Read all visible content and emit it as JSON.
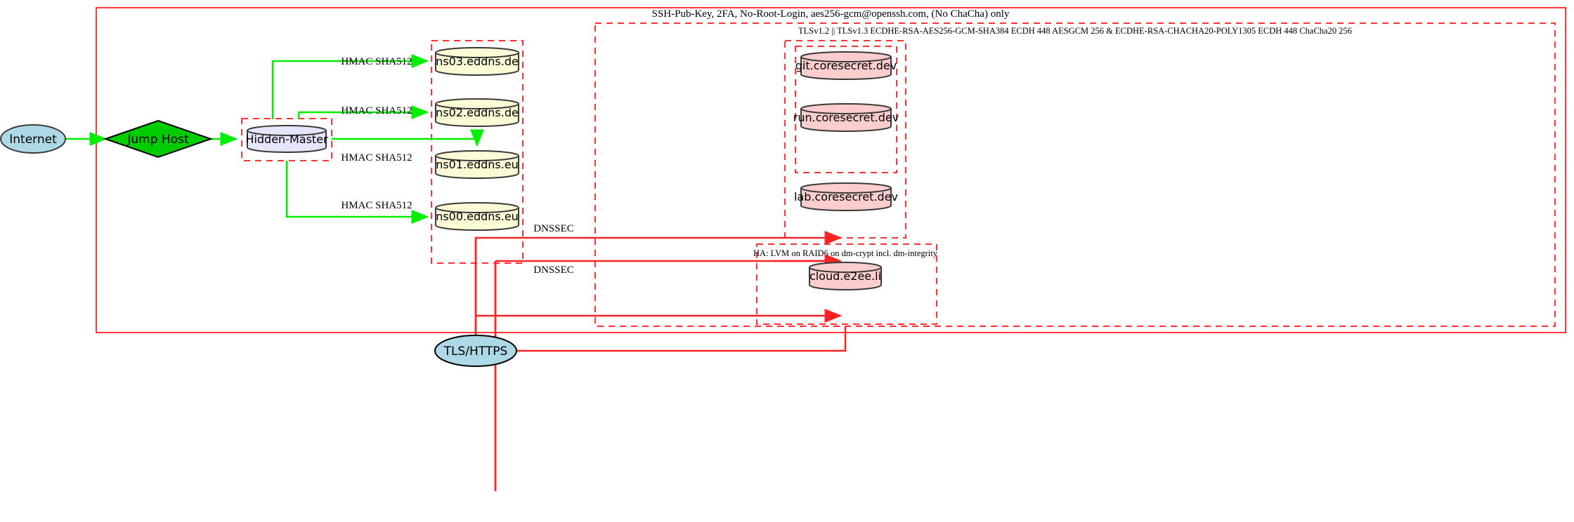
{
  "diagram": {
    "title_note": "SSH-Pub-Key, 2FA, No-Root-Login, aes256-gcm@openssh.com, (No ChaCha) only",
    "tls_note": "TLSv1.2 || TLSv1.3 ECDHE-RSA-AES256-GCM-SHA384 ECDH 448 AESGCM 256 & ECDHE-RSA-CHACHA20-POLY1305 ECDH 448 ChaCha20 256",
    "ha_note": "HA: LVM on RAID6 on dm-crypt incl. dm-integrity"
  },
  "nodes": {
    "internet": {
      "label": "Internet",
      "shape": "ellipse",
      "fill": "#add8e6"
    },
    "jump_host": {
      "label": "Jump Host",
      "shape": "diamond",
      "fill": "#00cc00"
    },
    "hidden_master": {
      "label": "Hidden-Master",
      "shape": "cylinder",
      "fill": "#e6e6fa"
    },
    "tls_https": {
      "label": "TLS/HTTPS",
      "shape": "ellipse",
      "fill": "#add8e6"
    },
    "ns03": {
      "label": "ns03.eddns.de",
      "shape": "cylinder",
      "fill": "#fbfbd5"
    },
    "ns02": {
      "label": "ns02.eddns.de",
      "shape": "cylinder",
      "fill": "#fbfbd5"
    },
    "ns01": {
      "label": "ns01.eddns.eu",
      "shape": "cylinder",
      "fill": "#fbfbd5"
    },
    "ns00": {
      "label": "ns00.eddns.eu",
      "shape": "cylinder",
      "fill": "#fbfbd5"
    },
    "git": {
      "label": "git.coresecret.dev",
      "shape": "cylinder",
      "fill": "#fbcdcd"
    },
    "run": {
      "label": "run.coresecret.dev",
      "shape": "cylinder",
      "fill": "#fbcdcd"
    },
    "lab": {
      "label": "lab.coresecret.dev",
      "shape": "cylinder",
      "fill": "#fbcdcd"
    },
    "cloud": {
      "label": "cloud.e2ee.li",
      "shape": "cylinder",
      "fill": "#fbcdcd"
    }
  },
  "edge_labels": {
    "hmac_ns03": "HMAC SHA512",
    "hmac_ns02": "HMAC SHA512",
    "hmac_ns01": "HMAC SHA512",
    "hmac_ns00": "HMAC SHA512",
    "dnssec_upper": "DNSSEC",
    "dnssec_lower": "DNSSEC"
  },
  "colors": {
    "boundary_red": "#ff0000",
    "dashed_red": "#ff3333",
    "edge_green": "#00ee00",
    "edge_red": "#ff3333",
    "stroke_dark": "#3a3a3a"
  }
}
